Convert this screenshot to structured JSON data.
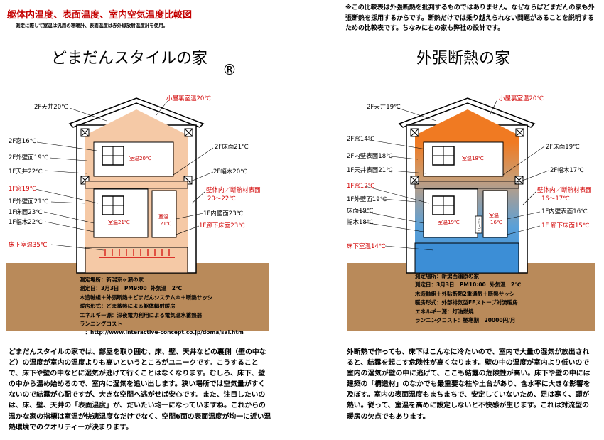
{
  "header": {
    "title": "躯体内温度、表面温度、室内空気温度比較図",
    "subtitle": "測定に際して室温は汎用の寒暖計、表面温度は赤外線放射温度計を使用。"
  },
  "note": "※この比較表は外張断熱を批判するものではありません。なぜならばどまだんの家も外張断熱を採用するからです。断熱だけでは乗り越えられない問題があることを説明するための比較表です。ちなみに右の家も弊社の設計です。",
  "left": {
    "title": "どまだんスタイルの家",
    "reg_mark": "®",
    "labels": {
      "ceiling2f": "2F天井20℃",
      "attic": "小屋裏室温20℃",
      "window2f": "2F窓16℃",
      "wall2f": "2F外壁面19℃",
      "floor2f": "2F床面21℃",
      "ceiling1f": "1F天井22℃",
      "baseboard2f": "2F幅木20℃",
      "window1f": "1F窓19℃",
      "inwall": "壁体内／断熱材表面",
      "inwall_value": "20～22℃",
      "wall1f": "1F外壁面21℃",
      "floor1f": "1F床面23℃",
      "wall1f_in": "1F内壁面23℃",
      "baseboard1f": "1F幅木22℃",
      "corridor": "1F廊下床面23℃",
      "underfloor": "床下室温35℃"
    },
    "inner": {
      "room2f": "室温20℃",
      "room1f": "室温21℃",
      "hall_a": "室温",
      "hall_b": "21℃"
    },
    "info": "測定場所：新潟京ヶ瀬の家\n測定日：3月3日　PM9:00  外気温　2℃\n木造軸組＋外張断熱＋どまだんシステム®＋断熱サッシ\n暖房形式：どま蓄熱による躯体輻射暖房\nエネルギー源：深夜電力利用による電気温水蓄熱器\nランニングコスト\n　：http://www.interactive-concept.co.jp/doma/sai.htm",
    "paragraph": "どまだんスタイルの家では、部屋を取り囲む、床、壁、天井などの裏側（壁の中など）の温度が室内の温度よりも高いというところがユニークです。こうすることで、床下や壁の中などに湿気が逃げて行くことはなくなります。むしろ、床下、壁の中から温め始めるので、室内に湿気を追い出します。狭い場所では空気量がすくないので結露が心配ですが、大きな空間へ逃がせば安心です。また、注目したいのは、床、壁、天井の「表面温度」が、だいたい均一になっていますね。これからの温かな家の指標は室温が快適温度なだけでなく、空間6面の表面温度が均一に近い温熱環境でのクオリティーが決まります。"
  },
  "right": {
    "title": "外張断熱の家",
    "labels": {
      "ceiling2f": "2F天井19℃",
      "attic": "小屋裏室温20℃",
      "window2f": "2F窓14℃",
      "wallin2f": "2F内壁表面18℃",
      "floor2f": "2F床面19℃",
      "ceiling1f": "1F天井表面21℃",
      "baseboard2f": "2F幅木17℃",
      "window1f": "1F窓12℃",
      "inwall": "壁体内／断熱材表面",
      "inwall_value": "16～17℃",
      "wall1f": "1F外壁面19℃",
      "floor": "床面19℃",
      "wall1f_in": "1F内壁表面16℃",
      "baseboard": "幅木18℃",
      "corridor": "1F 廊下床面15℃",
      "underfloor": "床下室温14℃"
    },
    "inner": {
      "room2f": "室温18℃",
      "room1f": "室温19℃",
      "hall_a": "室温",
      "hall_b": "16℃",
      "stove": "ストーブ"
    },
    "info": "測定場所：新潟西蒲原の家\n測定日：3月3日　PM10:00  外気温　2℃\n木造軸組＋外貼断熱2重通気＋断熱サッシ\n暖房形式：外部排気型FFストーブ対流暖房\nエネルギー源：灯油燃焼\nランニングコスト：極寒期　20000円/月",
    "paragraph": "外断熱で作っても、床下はこんなに冷たいので、室内で大量の湿気が放出されると、結露を起こす危険性が高くなります。壁の中の温度が室内より低いので室内の湿気が壁の中に逃げて、ここも結露の危険性が高い。床下や壁の中には建築の「構造材」のなかでも最重要な柱や土台があり、含水率に大きな影響を及ぼす。室内の表面温度もまちまちで、安定していないため、足は寒く、頭が熱い。従って、室温を高めに設定しないと不快感が生じます。これは対流型の暖房の欠点でもあります。"
  }
}
